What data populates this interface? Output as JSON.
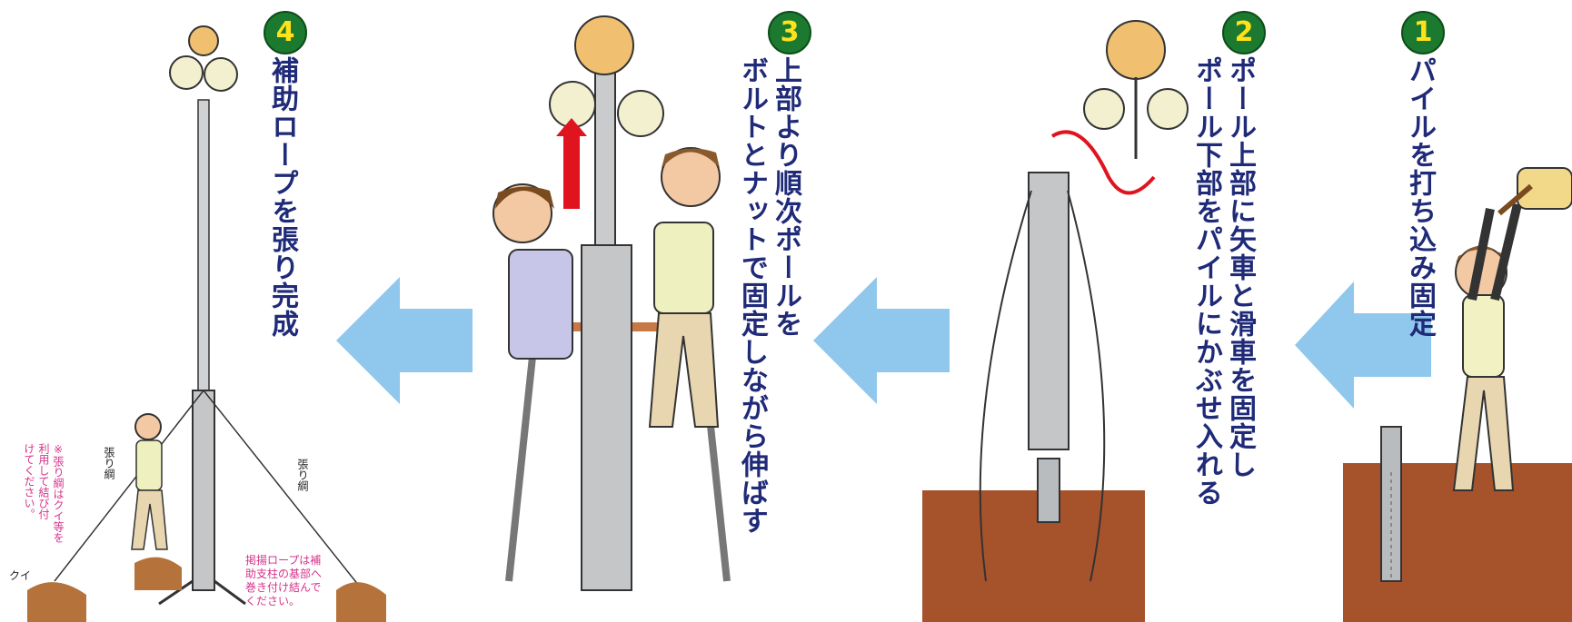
{
  "steps": [
    {
      "number": "1",
      "caption": "パイルを打ち込み固定"
    },
    {
      "number": "2",
      "caption_line1": "ポール上部に矢車と滑車を固定し",
      "caption_line2": "ポール下部をパイルにかぶせ入れる"
    },
    {
      "number": "3",
      "caption_line1": "上部より順次ポールを",
      "caption_line2": "ボルトとナットで固定しながら伸ばす"
    },
    {
      "number": "4",
      "caption": "補助ロープを張り完成"
    }
  ],
  "labels": {
    "rope_left": "張り綱",
    "rope_right": "張り綱",
    "stake": "クイ",
    "note_left_1": "※張り綱はクイ等を",
    "note_left_2": "利用して結び付",
    "note_left_3": "けてください。",
    "note_bottom": "掲揚ロープは補助支柱の基部へ巻き付け結んでください。"
  },
  "colors": {
    "caption": "#1f2a78",
    "badge": "#1b7a2f",
    "badge_text": "#ffe21a",
    "arrow": "#8fc8ec",
    "soil": "#a6522a",
    "note": "#d6338a",
    "lift_arrow": "#e0141e"
  }
}
